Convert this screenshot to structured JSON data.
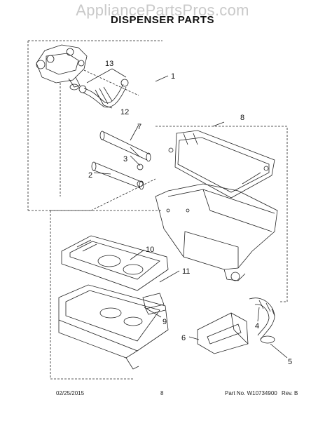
{
  "watermark": "AppliancePartsPros.com",
  "title": "DISPENSER PARTS",
  "callouts": [
    "1",
    "2",
    "3",
    "4",
    "5",
    "6",
    "7",
    "8",
    "9",
    "10",
    "11",
    "12",
    "13"
  ],
  "footer": {
    "date": "02/25/2015",
    "page": "8",
    "part_no": "Part No.  W10734900",
    "rev": "Rev.  B"
  }
}
